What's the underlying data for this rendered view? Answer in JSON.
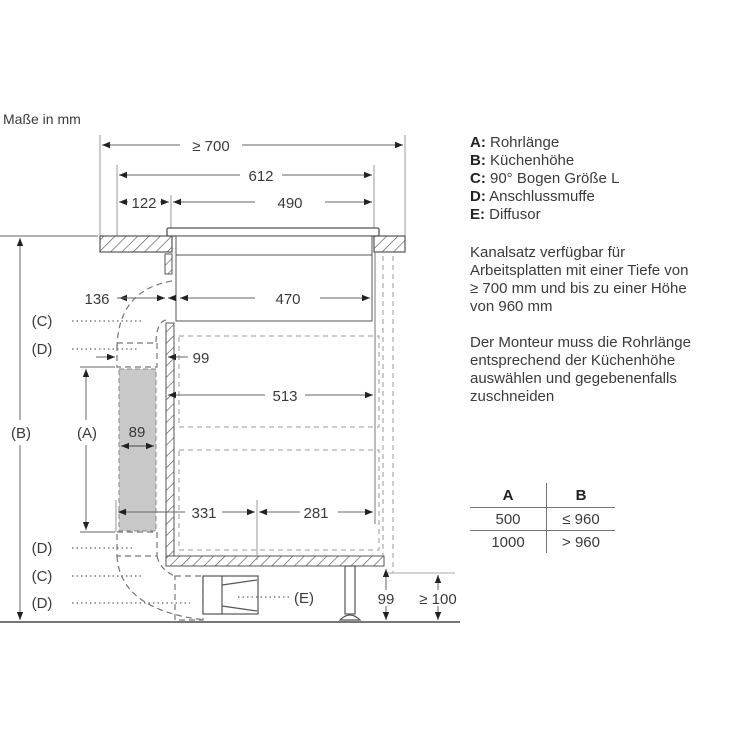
{
  "header": {
    "units_label": "Maße in mm"
  },
  "legend": [
    {
      "key": "A:",
      "label": "Rohrlänge"
    },
    {
      "key": "B:",
      "label": "Küchenhöhe"
    },
    {
      "key": "C:",
      "label": "90° Bogen Größe L"
    },
    {
      "key": "D:",
      "label": "Anschlussmuffe"
    },
    {
      "key": "E:",
      "label": "Diffusor"
    }
  ],
  "notes": [
    {
      "lines": [
        "Kanalsatz verfügbar für",
        "Arbeitsplatten mit einer Tiefe von",
        "≥ 700 mm und bis zu einer Höhe",
        "von 960 mm"
      ]
    },
    {
      "lines": [
        "Der Monteur muss die Rohrlänge",
        "entsprechend der Küchenhöhe",
        "auswählen und gegebenenfalls",
        "zuschneiden"
      ]
    }
  ],
  "table": {
    "headers": [
      "A",
      "B"
    ],
    "rows": [
      [
        "500",
        "≤ 960"
      ],
      [
        "1000",
        "> 960"
      ]
    ]
  },
  "drawing": {
    "dimensions": {
      "worktop_depth": "≥ 700",
      "cutout_outer": "612",
      "front_offset": "122",
      "cutout_depth": "490",
      "duct_offset": "136",
      "unit_depth": "470",
      "gap": "99",
      "cabinet_depth": "513",
      "duct_width": "89",
      "front_to_diffuser": "331",
      "diffuser_to_back": "281",
      "plinth_height": "99",
      "plinth_min": "≥ 100"
    },
    "callouts": {
      "c_top": "(C)",
      "d_top": "(D)",
      "a": "(A)",
      "b": "(B)",
      "d_mid": "(D)",
      "c_bottom": "(C)",
      "d_bottom": "(D)",
      "e": "(E)"
    }
  }
}
